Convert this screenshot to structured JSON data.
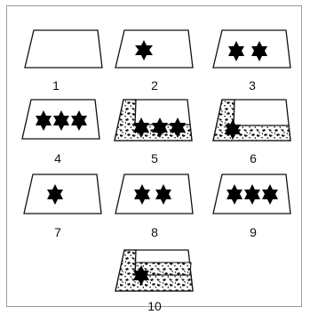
{
  "figure": {
    "panels": [
      {
        "label": "1",
        "stars": 0,
        "pattern": "none"
      },
      {
        "label": "2",
        "stars": 1,
        "pattern": "none"
      },
      {
        "label": "3",
        "stars": 2,
        "pattern": "none"
      },
      {
        "label": "4",
        "stars": 3,
        "pattern": "none"
      },
      {
        "label": "5",
        "stars": 3,
        "pattern": "L"
      },
      {
        "label": "6",
        "stars": 1,
        "pattern": "L"
      },
      {
        "label": "7",
        "stars": 1,
        "pattern": "none"
      },
      {
        "label": "8",
        "stars": 2,
        "pattern": "none"
      },
      {
        "label": "9",
        "stars": 3,
        "pattern": "none"
      },
      {
        "label": "10",
        "stars": 1,
        "pattern": "L-band"
      }
    ],
    "colors": {
      "stroke": "#111111",
      "star": "#000000",
      "background": "#ffffff",
      "border": "#9a9a9a"
    }
  }
}
